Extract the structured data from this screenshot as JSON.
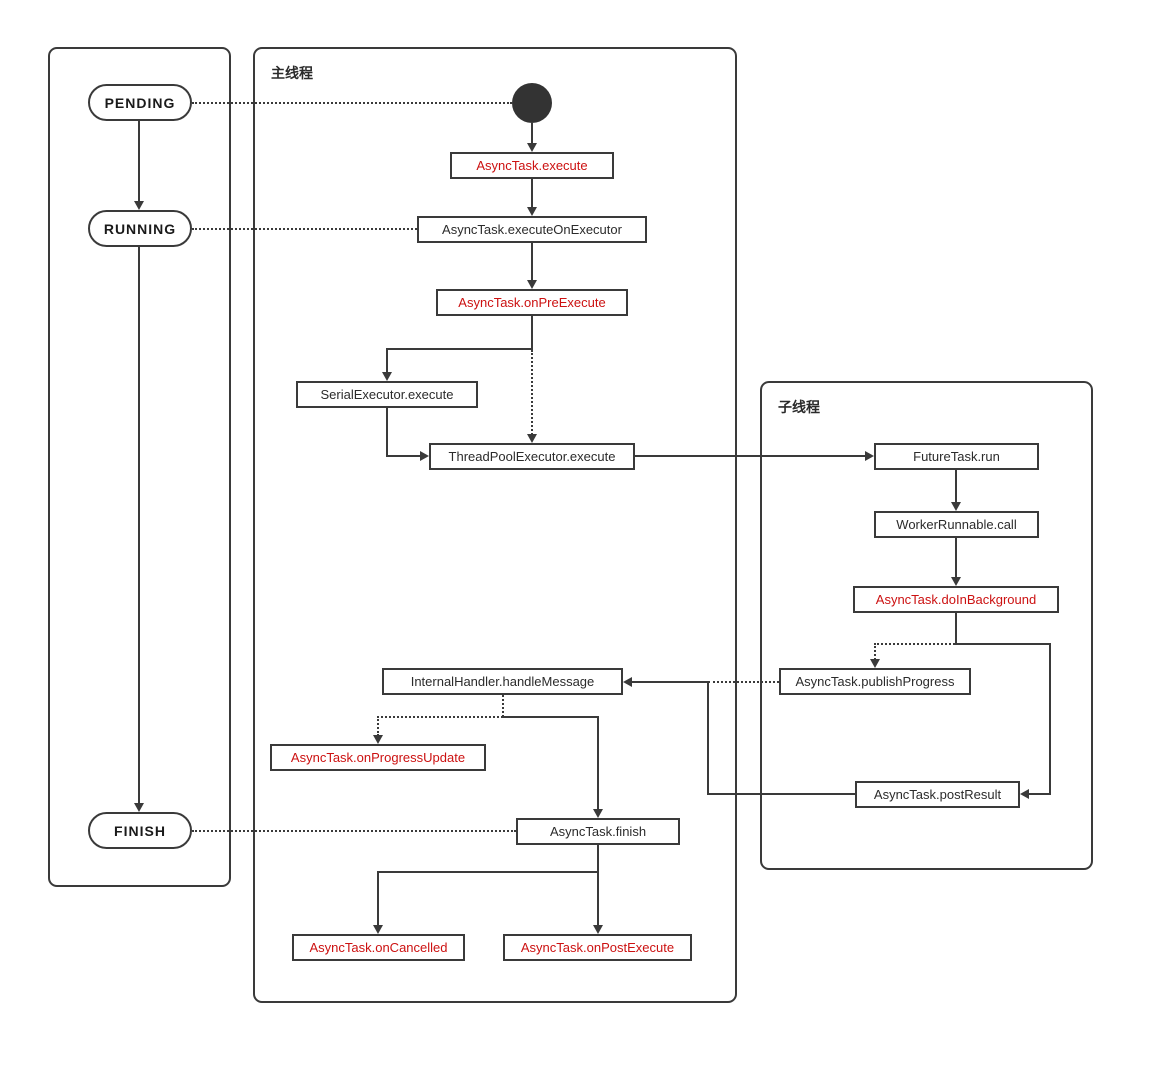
{
  "colors": {
    "line": "#3a3a3a",
    "accent_red": "#cc1111",
    "background": "#ffffff",
    "start_node_fill": "#333333"
  },
  "panels": {
    "main_thread": {
      "label": "主线程"
    },
    "worker_thread": {
      "label": "子线程"
    }
  },
  "states": {
    "pending": {
      "label": "PENDING"
    },
    "running": {
      "label": "RUNNING"
    },
    "finish": {
      "label": "FINISH"
    }
  },
  "nodes": {
    "execute": {
      "label": "AsyncTask.execute",
      "emphasis": "red"
    },
    "execute_on_executor": {
      "label": "AsyncTask.executeOnExecutor",
      "emphasis": "normal"
    },
    "on_pre_execute": {
      "label": "AsyncTask.onPreExecute",
      "emphasis": "red"
    },
    "serial_executor_execute": {
      "label": "SerialExecutor.execute",
      "emphasis": "normal"
    },
    "thread_pool_executor_execute": {
      "label": "ThreadPoolExecutor.execute",
      "emphasis": "normal"
    },
    "internal_handler_handle_message": {
      "label": "InternalHandler.handleMessage",
      "emphasis": "normal"
    },
    "on_progress_update": {
      "label": "AsyncTask.onProgressUpdate",
      "emphasis": "red"
    },
    "finish": {
      "label": "AsyncTask.finish",
      "emphasis": "normal"
    },
    "on_cancelled": {
      "label": "AsyncTask.onCancelled",
      "emphasis": "red"
    },
    "on_post_execute": {
      "label": "AsyncTask.onPostExecute",
      "emphasis": "red"
    },
    "future_task_run": {
      "label": "FutureTask.run",
      "emphasis": "normal"
    },
    "worker_runnable_call": {
      "label": "WorkerRunnable.call",
      "emphasis": "normal"
    },
    "do_in_background": {
      "label": "AsyncTask.doInBackground",
      "emphasis": "red"
    },
    "publish_progress": {
      "label": "AsyncTask.publishProgress",
      "emphasis": "normal"
    },
    "post_result": {
      "label": "AsyncTask.postResult",
      "emphasis": "normal"
    }
  },
  "edges": [
    {
      "from": "state.pending",
      "to": "start",
      "style": "dotted"
    },
    {
      "from": "state.running",
      "to": "execute_on_executor",
      "style": "dotted"
    },
    {
      "from": "state.finish",
      "to": "finish",
      "style": "dotted"
    },
    {
      "from": "state.pending",
      "to": "state.running",
      "style": "solid-arrow"
    },
    {
      "from": "state.running",
      "to": "state.finish",
      "style": "solid-arrow"
    },
    {
      "from": "start",
      "to": "execute",
      "style": "solid-arrow"
    },
    {
      "from": "execute",
      "to": "execute_on_executor",
      "style": "solid-arrow"
    },
    {
      "from": "execute_on_executor",
      "to": "on_pre_execute",
      "style": "solid-arrow"
    },
    {
      "from": "on_pre_execute",
      "to": "serial_executor_execute",
      "style": "solid-arrow"
    },
    {
      "from": "on_pre_execute",
      "to": "thread_pool_executor_execute",
      "style": "dotted-arrow"
    },
    {
      "from": "serial_executor_execute",
      "to": "thread_pool_executor_execute",
      "style": "solid-arrow"
    },
    {
      "from": "thread_pool_executor_execute",
      "to": "future_task_run",
      "style": "solid-arrow"
    },
    {
      "from": "future_task_run",
      "to": "worker_runnable_call",
      "style": "solid-arrow"
    },
    {
      "from": "worker_runnable_call",
      "to": "do_in_background",
      "style": "solid-arrow"
    },
    {
      "from": "do_in_background",
      "to": "publish_progress",
      "style": "dotted-arrow"
    },
    {
      "from": "do_in_background",
      "to": "post_result",
      "style": "solid-arrow"
    },
    {
      "from": "publish_progress",
      "to": "internal_handler_handle_message",
      "style": "dotted-arrow"
    },
    {
      "from": "post_result",
      "to": "internal_handler_handle_message",
      "style": "solid-arrow"
    },
    {
      "from": "internal_handler_handle_message",
      "to": "on_progress_update",
      "style": "dotted-arrow"
    },
    {
      "from": "internal_handler_handle_message",
      "to": "finish",
      "style": "solid-arrow"
    },
    {
      "from": "finish",
      "to": "on_cancelled",
      "style": "solid-arrow"
    },
    {
      "from": "finish",
      "to": "on_post_execute",
      "style": "solid-arrow"
    }
  ]
}
